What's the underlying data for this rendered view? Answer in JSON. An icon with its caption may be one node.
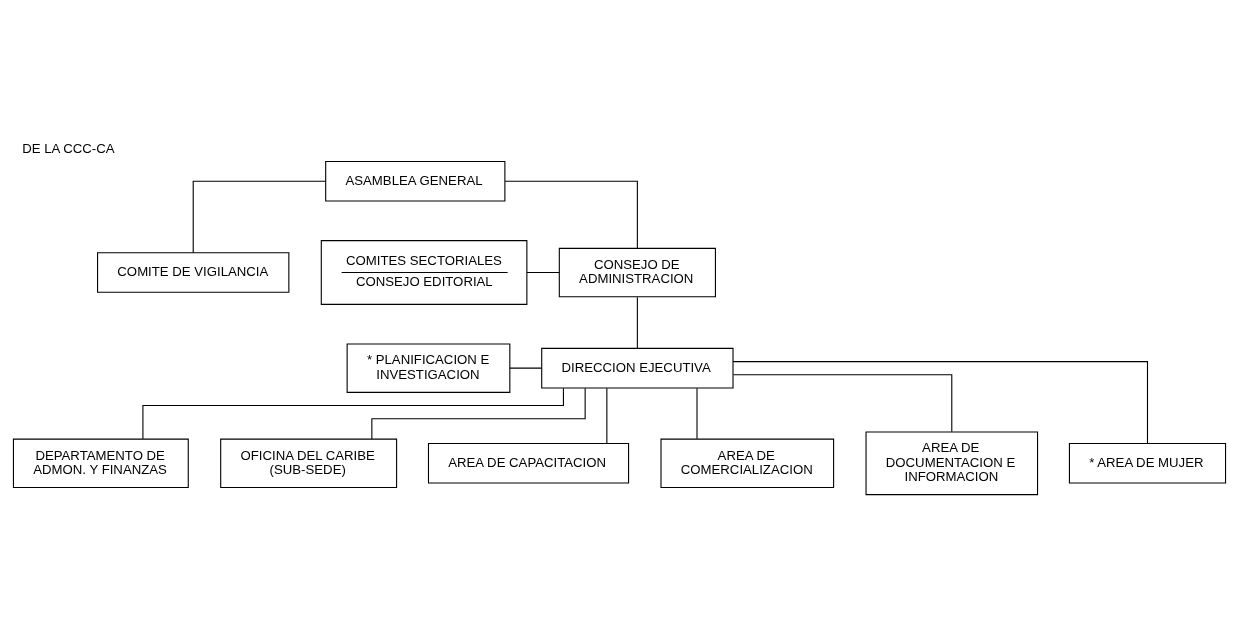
{
  "diagram": {
    "title": "DE LA CCC-CA",
    "nodes": [
      {
        "text": [
          "ASAMBLEA GENERAL"
        ]
      },
      {
        "text": [
          "COMITES SECTORIALES",
          "CONSEJO EDITORIAL"
        ]
      },
      {
        "text": [
          "CONSEJO DE ADMINISTRACION"
        ]
      },
      {
        "text": [
          "COMITE DE VIGILANCIA"
        ]
      },
      {
        "text": [
          "* PLANIFICACION E INVESTIGACION"
        ]
      },
      {
        "text": [
          "DIRECCION EJECUTIVA"
        ]
      },
      {
        "text": [
          "DEPARTAMENTO DE ADMON. Y FINANZAS"
        ]
      },
      {
        "text": [
          "OFICINA DEL CARIBE (SUB-SEDE)"
        ]
      },
      {
        "text": [
          "AREA DE CAPACITACION"
        ]
      },
      {
        "text": [
          "AREA DE COMERCIALIZACION"
        ]
      },
      {
        "text": [
          "AREA DE DOCUMENTACION E INFORMACION"
        ]
      },
      {
        "text": [
          "* AREA DE MUJER"
        ]
      }
    ],
    "edges": [
      {
        "from": 0,
        "to": 2,
        "arrow": "none"
      },
      {
        "from": 0,
        "to": 3,
        "arrow": "none"
      },
      {
        "from": 1,
        "to": 2,
        "arrow": "none"
      },
      {
        "from": 2,
        "to": 5,
        "arrow": "none"
      },
      {
        "from": 4,
        "to": 5,
        "arrow": "none"
      },
      {
        "from": 5,
        "to": 6,
        "arrow": "none"
      },
      {
        "from": 5,
        "to": 7,
        "arrow": "none"
      },
      {
        "from": 5,
        "to": 8,
        "arrow": "none"
      },
      {
        "from": 5,
        "to": 9,
        "arrow": "none"
      },
      {
        "from": 5,
        "to": 10,
        "arrow": "none"
      },
      {
        "from": 5,
        "to": 11,
        "arrow": "none"
      }
    ]
  }
}
